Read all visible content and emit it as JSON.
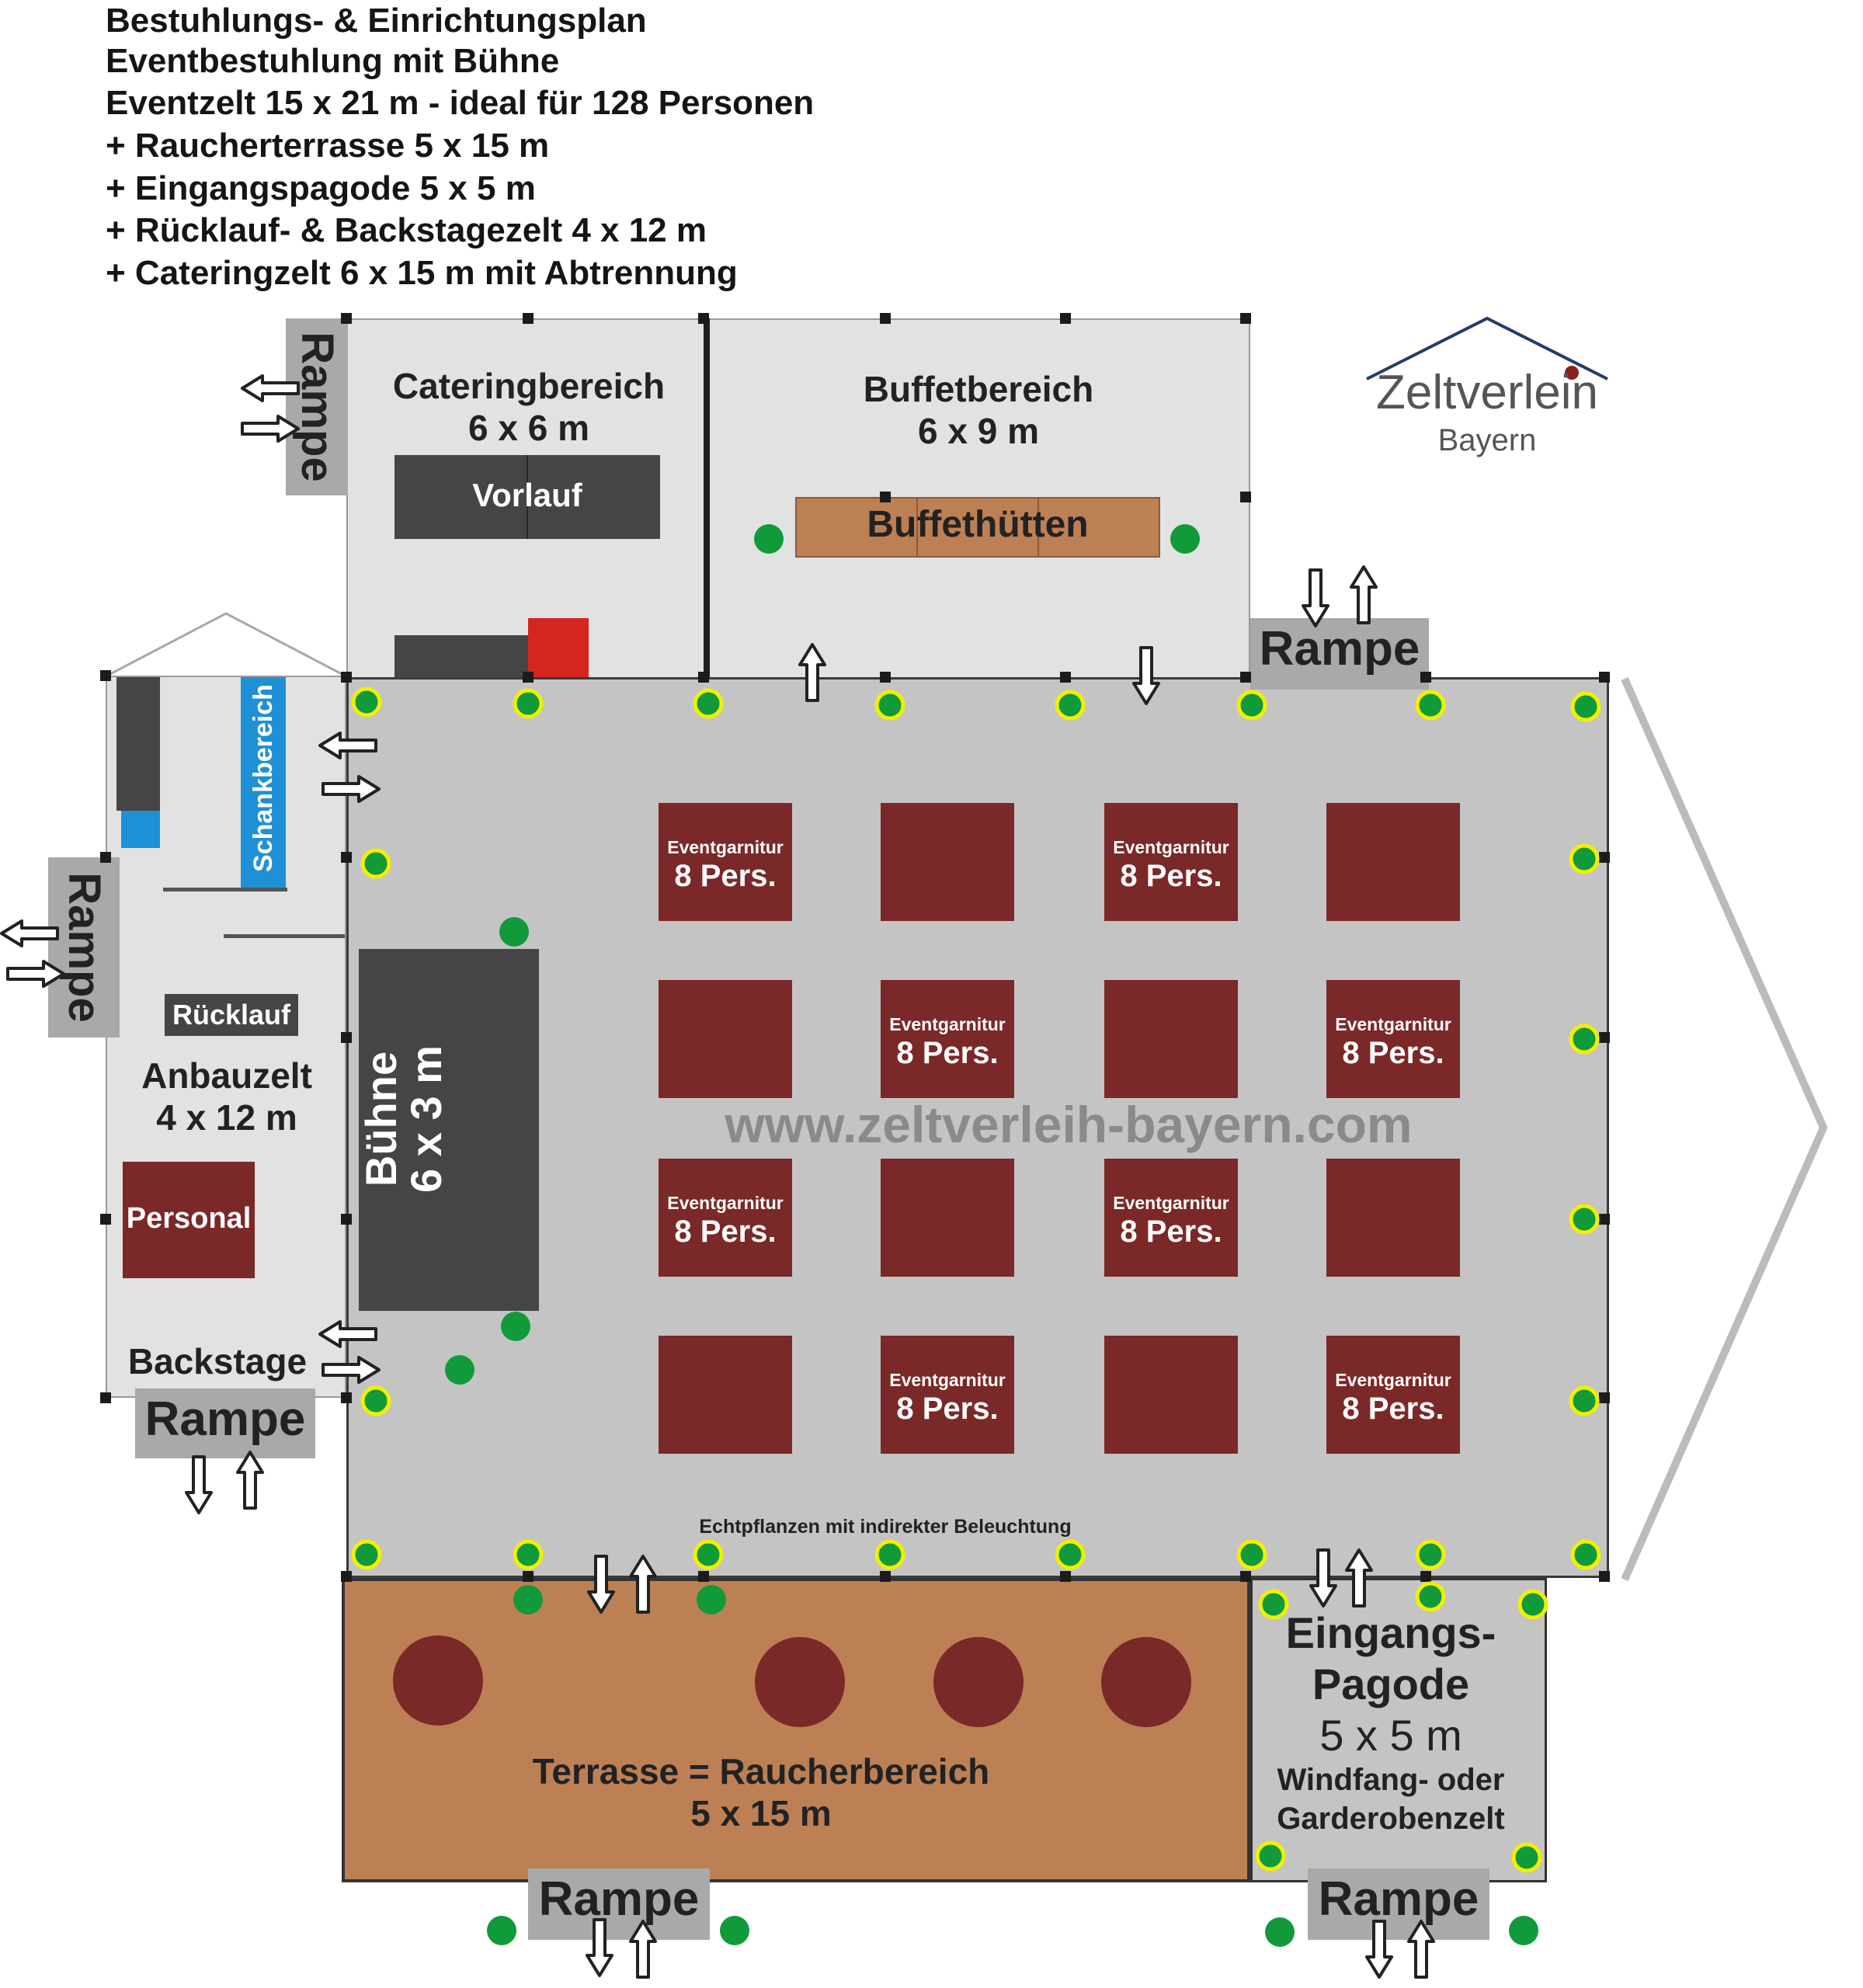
{
  "header": {
    "lines": [
      "Bestuhlungs- & Einrichtungsplan",
      "Eventbestuhlung mit Bühne",
      "Eventzelt 15 x 21 m - ideal für 128 Personen",
      "+ Raucherterrasse 5 x 15 m",
      "+ Eingangspagode 5 x 5 m",
      "+ Rücklauf- & Backstagezelt 4 x 12 m",
      "+ Cateringzelt 6 x 15 m mit Abtrennung"
    ]
  },
  "logo": {
    "name": "Zeltverlein",
    "region": "Bayern"
  },
  "catering": {
    "title": "Cateringbereich",
    "size": "6 x 6 m",
    "vorlauf": "Vorlauf"
  },
  "buffet": {
    "title": "Buffetbereich",
    "size": "6 x 9 m",
    "huts": "Buffethütten"
  },
  "ramp_label": "Rampe",
  "anbau": {
    "schank": "Schankbereich",
    "ruecklauf": "Rücklauf",
    "title": "Anbauzelt",
    "size": "4 x 12 m",
    "personal": "Personal",
    "backstage": "Backstage"
  },
  "stage": {
    "title": "Bühne",
    "size": "6 x 3 m"
  },
  "tables": {
    "label_top": "Eventgarnitur",
    "label_bottom": "8 Pers.",
    "rows": [
      [
        true,
        false,
        true,
        false
      ],
      [
        false,
        true,
        false,
        true
      ],
      [
        true,
        false,
        true,
        false
      ],
      [
        false,
        true,
        false,
        true
      ]
    ]
  },
  "website": "www.zeltverleih-bayern.com",
  "plants_note": "Echtpflanzen mit indirekter Beleuchtung",
  "terrace": {
    "title": "Terrasse = Raucherbereich",
    "size": "5 x 15 m"
  },
  "pagoda": {
    "title1": "Eingangs-",
    "title2": "Pagode",
    "size": "5 x 5 m",
    "desc1": "Windfang- oder",
    "desc2": "Garderobenzelt"
  },
  "colors": {
    "tent_light": "#e2e2e2",
    "event_floor": "#c4c4c4",
    "table": "#7b2828",
    "dark_furniture": "#464444",
    "terrace": "#bd8055",
    "ramp": "#a9a9a9",
    "plant": "#109a3a",
    "plant_light_ring": "#f2f000",
    "schank": "#1e90d6",
    "red_box": "#d4261f",
    "logo_roof": "#253a6e"
  }
}
